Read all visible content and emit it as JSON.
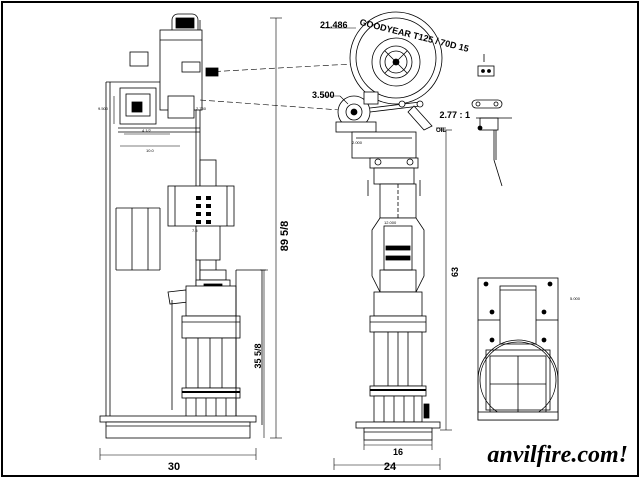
{
  "drawing": {
    "tire_size_dim": "21.486",
    "tire_label": "GOODYEAR T125 / 70D 15",
    "wheel_dim": "3.500",
    "ratio_dim": "2.77 : 1",
    "oil_label": "OIL",
    "height_total": "89 5/8",
    "height_column": "35 5/8",
    "height_side": "63",
    "base_width_side": "30",
    "base_width_front": "24",
    "base_inner_front": "16",
    "small_dims": {
      "d1": "9.500",
      "d2": "2.750",
      "d3": "4 1/2",
      "d4": "10.0",
      "d5": "7.5",
      "d6": "2.000",
      "d7": "12.000",
      "d8": "5.000"
    }
  },
  "watermark": "anvilfire.com!"
}
